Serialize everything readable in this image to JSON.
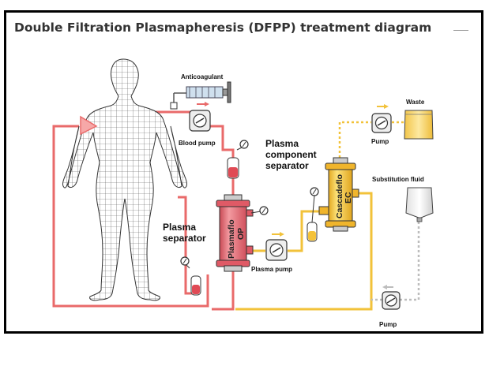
{
  "title": "Double Filtration Plasmapheresis (DFPP) treatment diagram",
  "labels": {
    "anticoagulant": "Anticoagulant",
    "blood_pump": "Blood pump",
    "plasma_component_separator_l1": "Plasma",
    "plasma_component_separator_l2": "component",
    "plasma_component_separator_l3": "separator",
    "plasma_separator_l1": "Plasma",
    "plasma_separator_l2": "separator",
    "plasmaflo_l1": "Plasmaflo",
    "plasmaflo_l2": "OP",
    "cascadeflo_l1": "Cascadeflo",
    "cascadeflo_l2": "EC",
    "plasma_pump": "Plasma pump",
    "waste": "Waste",
    "pump_top": "Pump",
    "substitution_fluid": "Substitution fluid",
    "pump_bottom": "Pump"
  },
  "colors": {
    "blood_line": "#e96a6a",
    "plasma_line": "#f2c23a",
    "return_line": "#bdbdbd",
    "plasmaflo_body": "#e8707a",
    "cascadeflo_body": "#f6c84a"
  },
  "icons": [
    "human-figure",
    "syringe-icon",
    "pump-icon",
    "pressure-gauge-icon",
    "drip-chamber-icon",
    "waste-bag-icon",
    "fluid-bag-icon",
    "flow-arrow-icon"
  ]
}
